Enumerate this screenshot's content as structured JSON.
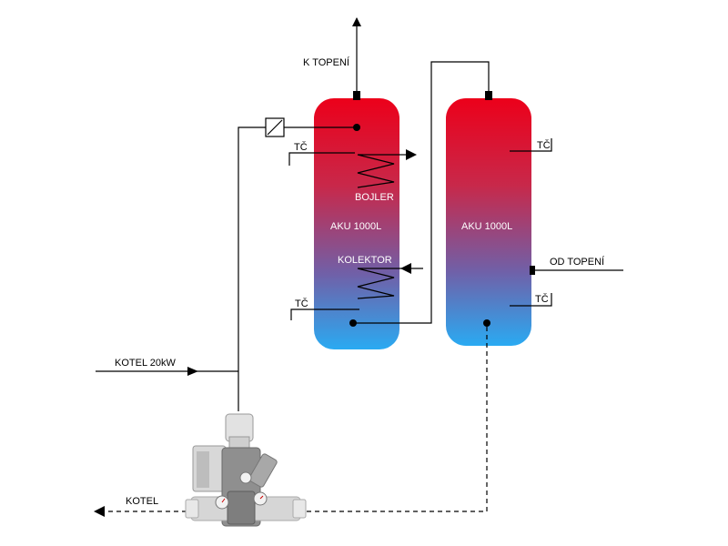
{
  "labels": {
    "k_topeni": "K TOPENÍ",
    "od_topeni": "OD TOPENÍ",
    "kotel_20kw": "KOTEL 20kW",
    "kotel": "KOTEL",
    "bojler": "BOJLER",
    "kolektor": "KOLEKTOR",
    "tank1": "AKU 1000L",
    "tank2": "AKU 1000L",
    "tc": "TČ"
  },
  "colors": {
    "tank_top": "#e8001c",
    "tank_bottom": "#2fa8f0",
    "line": "#000000"
  }
}
